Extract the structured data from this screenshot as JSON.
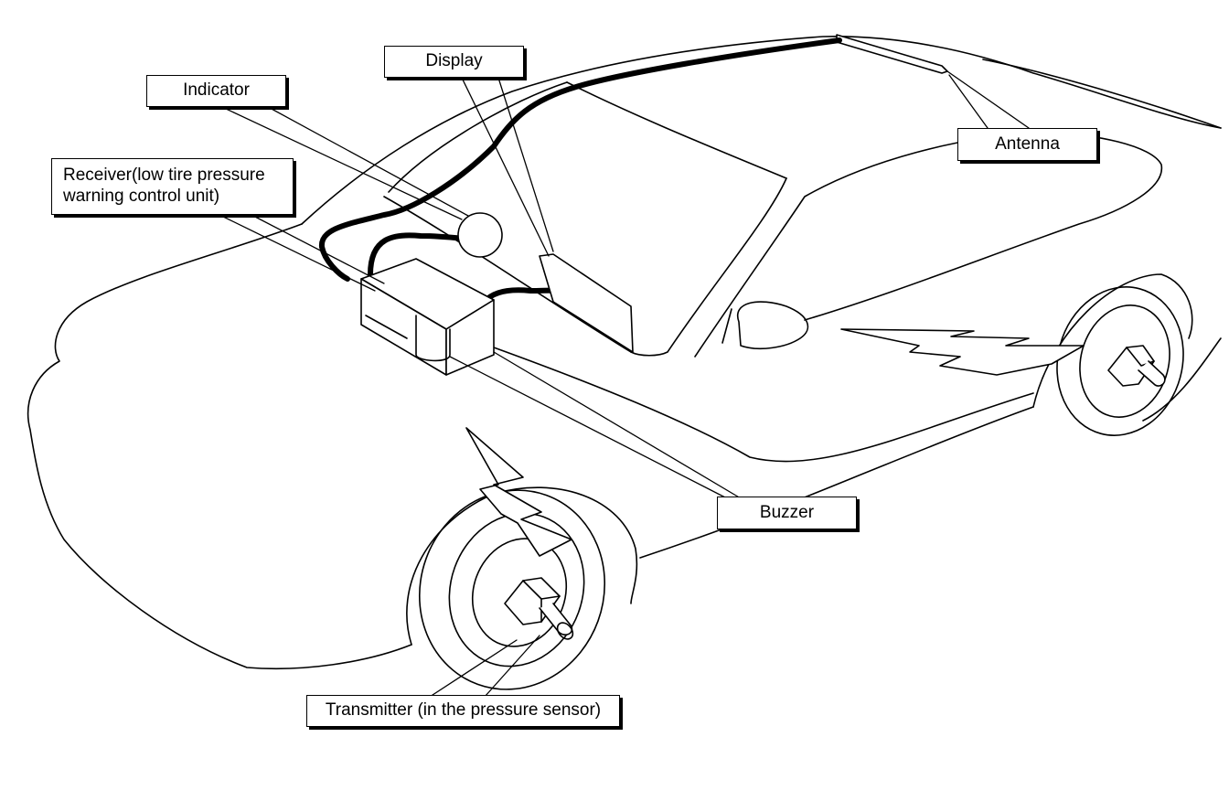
{
  "labels": {
    "display": "Display",
    "indicator": "Indicator",
    "receiver": "Receiver(low tire pressure\nwarning control unit)",
    "antenna": "Antenna",
    "buzzer": "Buzzer",
    "transmitter": "Transmitter (in the pressure sensor)"
  },
  "colors": {
    "line": "#000000",
    "background": "#ffffff"
  }
}
